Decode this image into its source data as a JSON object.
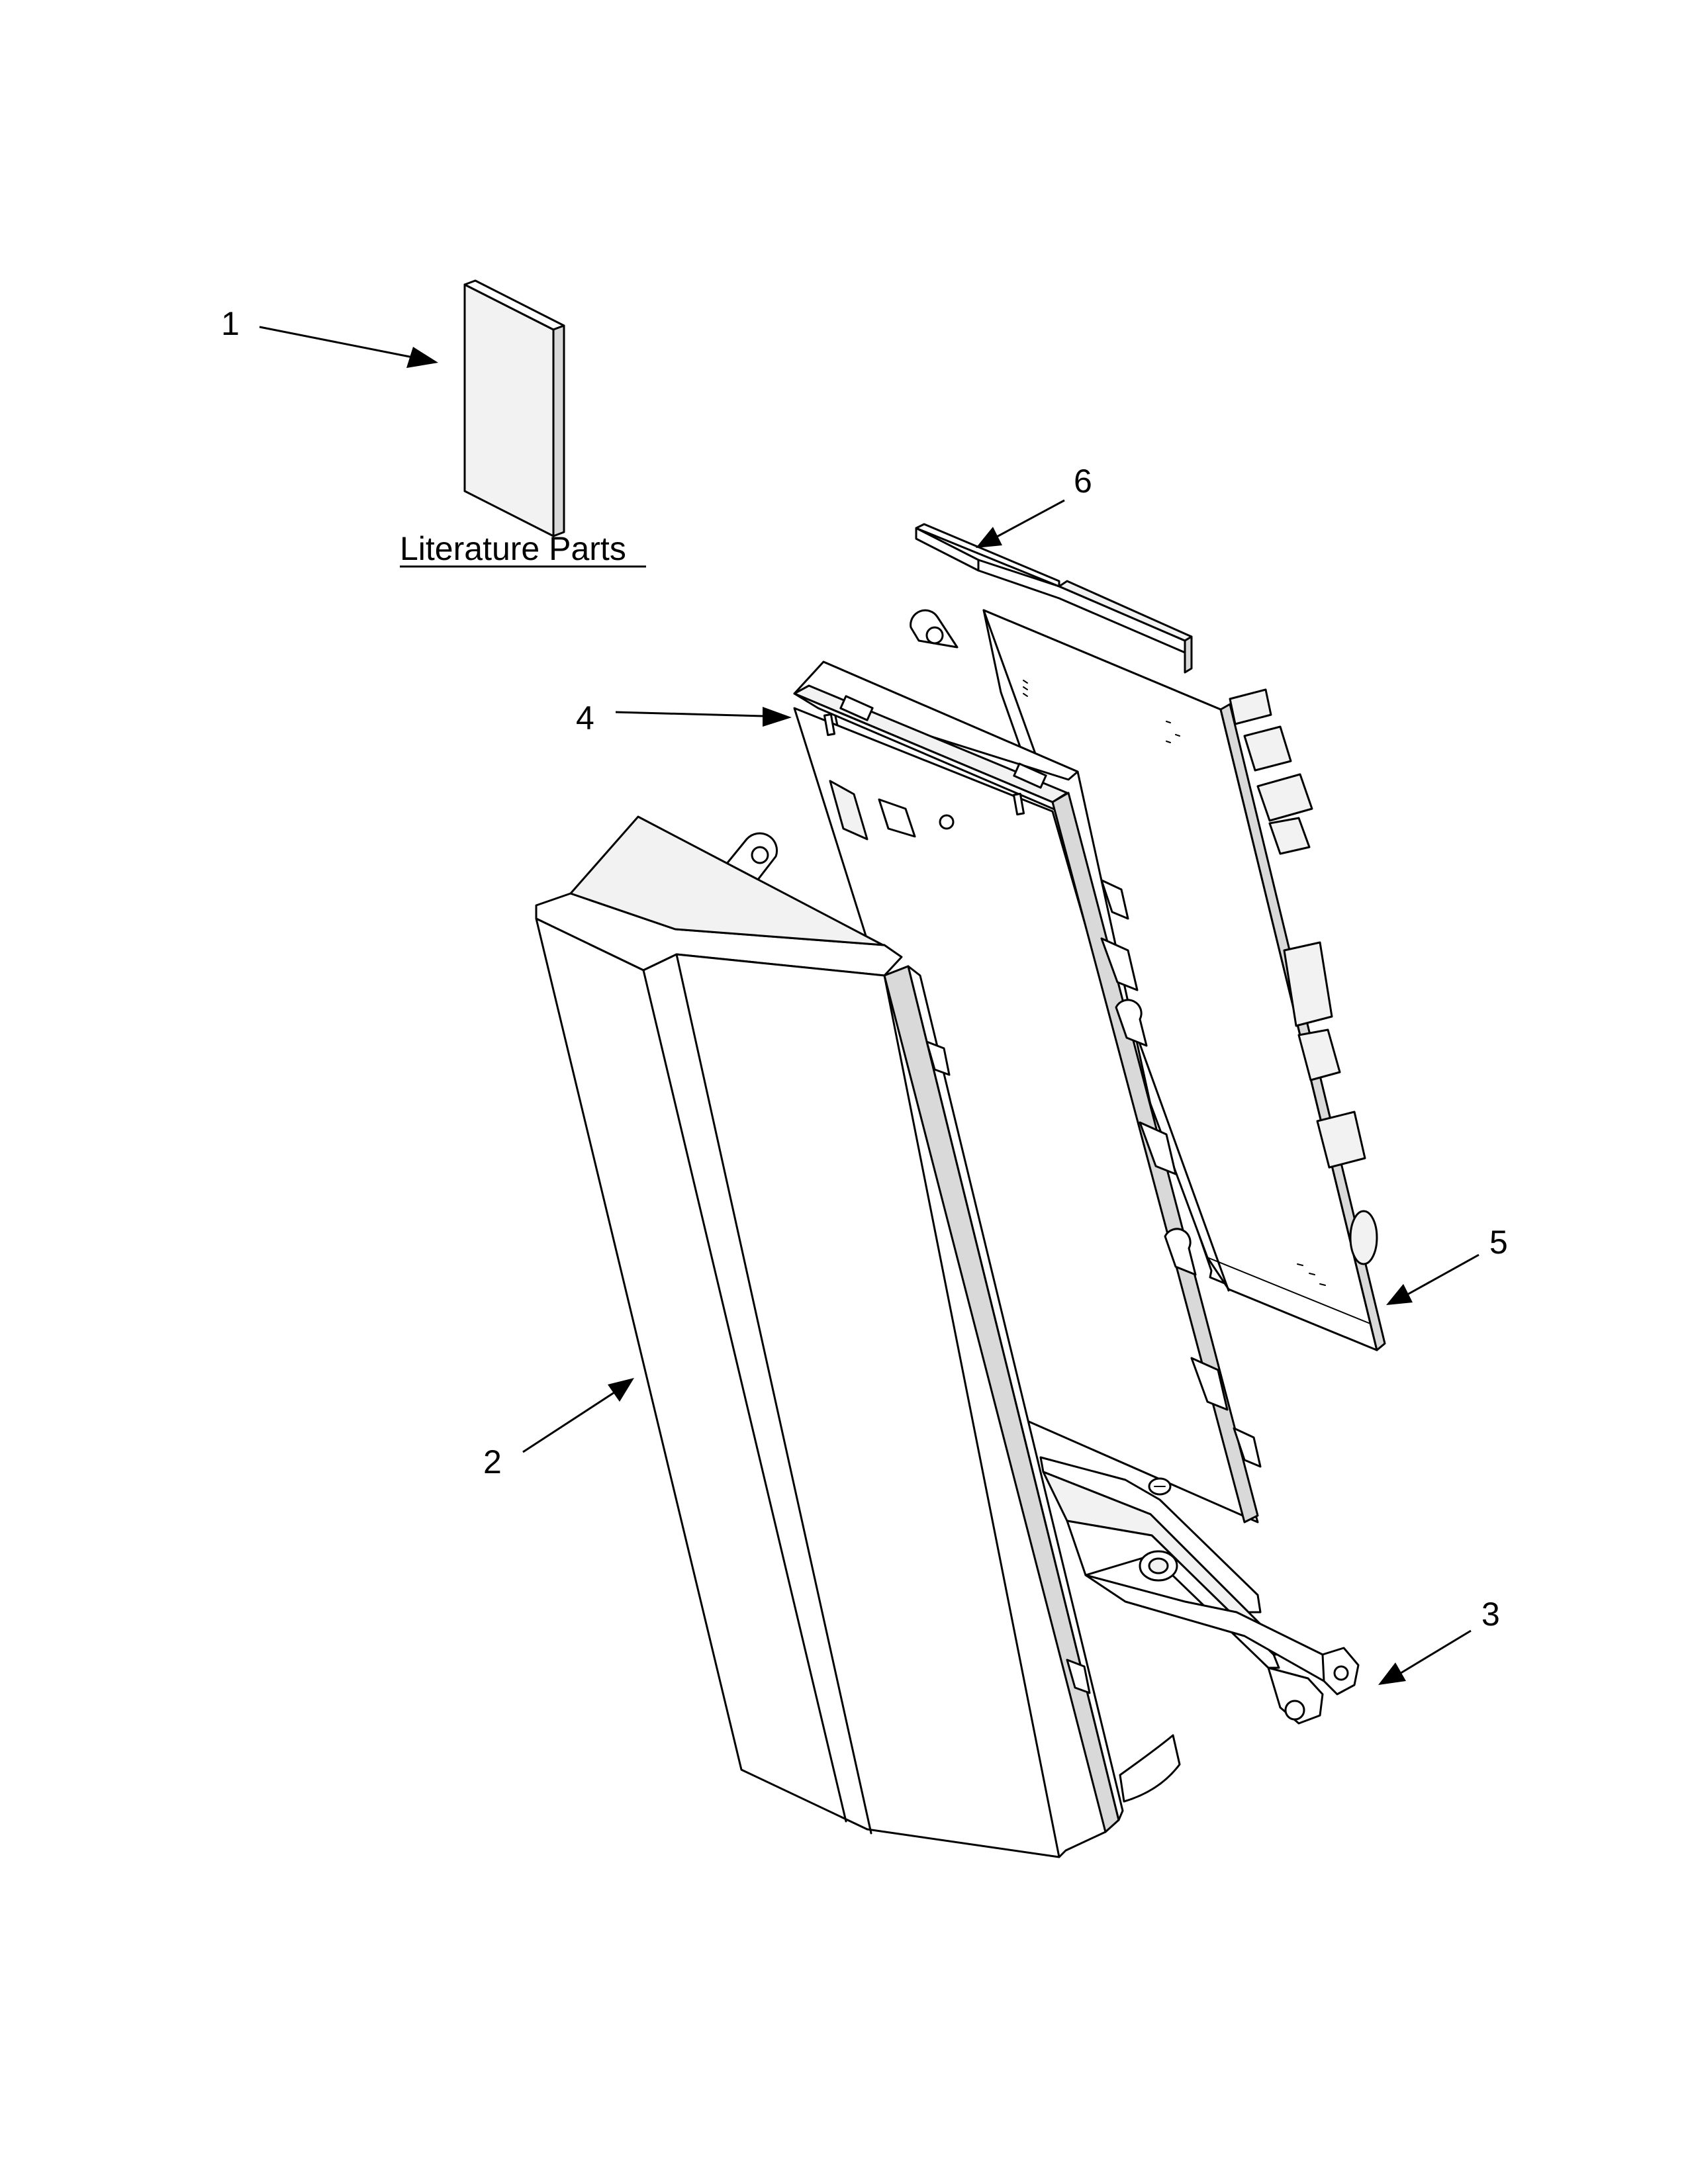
{
  "literature": {
    "label": "Literature Parts"
  },
  "callouts": [
    {
      "id": "1",
      "label": "1"
    },
    {
      "id": "2",
      "label": "2"
    },
    {
      "id": "3",
      "label": "3"
    },
    {
      "id": "4",
      "label": "4"
    },
    {
      "id": "5",
      "label": "5"
    },
    {
      "id": "6",
      "label": "6"
    }
  ],
  "colors": {
    "line": "#000000",
    "background": "#ffffff",
    "shade": "#f2f2f2"
  }
}
